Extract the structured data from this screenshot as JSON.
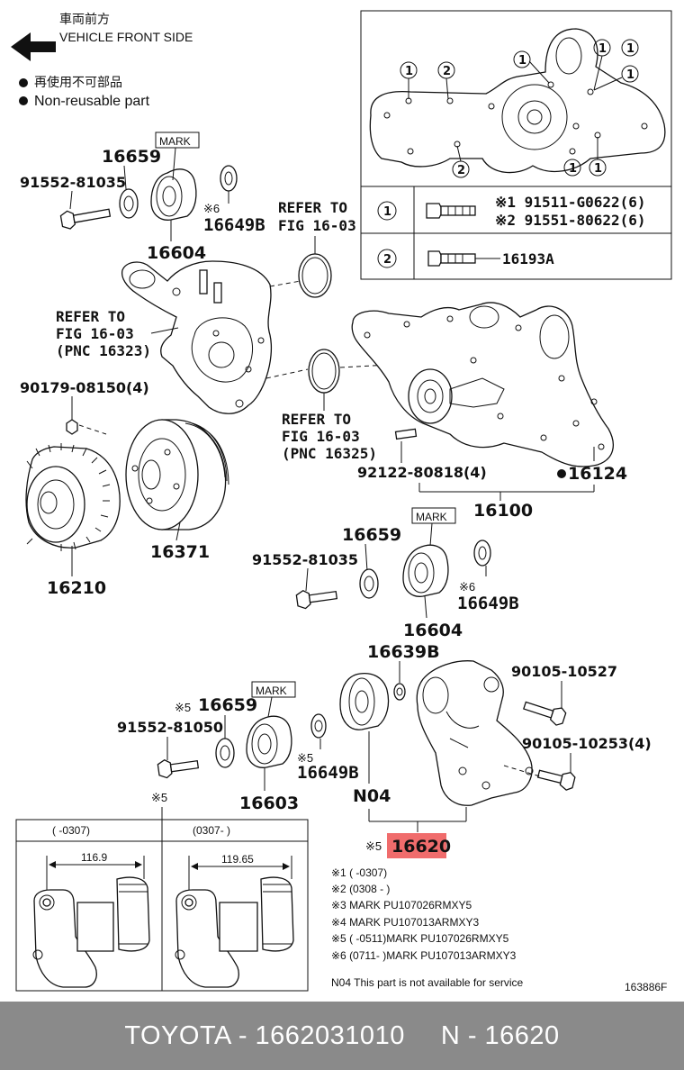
{
  "legend": {
    "front_jp": "車両前方",
    "front_en": "VEHICLE FRONT SIDE",
    "nonreuse_jp": "再使用不可部品",
    "nonreuse_en": "Non-reusable part"
  },
  "table": {
    "row1_no": "1",
    "row1_a": "※1 91511-G0622(6)",
    "row1_b": "※2 91551-80622(6)",
    "row2_no": "2",
    "row2_a": "16193A"
  },
  "labels": {
    "l16659_a": "16659",
    "mark_a": "MARK",
    "l91552_a": "91552-81035",
    "l16604_a": "16604",
    "l16649b_a": "16649B",
    "n6a": "※6",
    "refer_a1": "REFER TO",
    "refer_a2": "FIG 16-03",
    "refer_b1": "REFER TO",
    "refer_b2": "FIG 16-03",
    "refer_b3": "(PNC 16323)",
    "refer_c1": "REFER TO",
    "refer_c2": "FIG 16-03",
    "refer_c3": "(PNC 16325)",
    "l90179": "90179-08150(4)",
    "l92122": "92122-80818(4)",
    "l16124": "16124",
    "l16100": "16100",
    "l16210": "16210",
    "l16371": "16371",
    "l16659_b": "16659",
    "mark_b": "MARK",
    "l91552_b": "91552-81035",
    "n6b": "※6",
    "l16649b_b": "16649B",
    "l16604_b": "16604",
    "l16639b": "16639B",
    "l90105_a": "90105-10527",
    "n5a": "※5",
    "l16659_c": "16659",
    "mark_c": "MARK",
    "l91552_c": "91552-81050",
    "l90105_b": "90105-10253(4)",
    "n5b": "※5",
    "l16649b_c": "16649B",
    "l16603": "16603",
    "lN04": "N04",
    "n5c": "※5",
    "n5d": "※5",
    "l16620": "16620"
  },
  "detail": {
    "left_header": "(      -0307)",
    "right_header": "(0307-      )",
    "left_dim": "116.9",
    "right_dim": "119.65"
  },
  "notes": {
    "n1": "※1 (        -0307)",
    "n2": "※2 (0308 -        )",
    "n3": "※3 MARK PU107026RMXY5",
    "n4": "※4 MARK PU107013ARMXY3",
    "n5": "※5 (        -0511)MARK PU107026RMXY5",
    "n6": "※6 (0711-        )MARK PU107013ARMXY3",
    "n04": "N04 This part is not available for service",
    "code": "163886F"
  },
  "footer": {
    "brand_part": "TOYOTA - 1662031010",
    "pnc": "N - 16620"
  },
  "colors": {
    "highlight": "#f06c6c",
    "footer_bg": "#8a8a8a"
  }
}
